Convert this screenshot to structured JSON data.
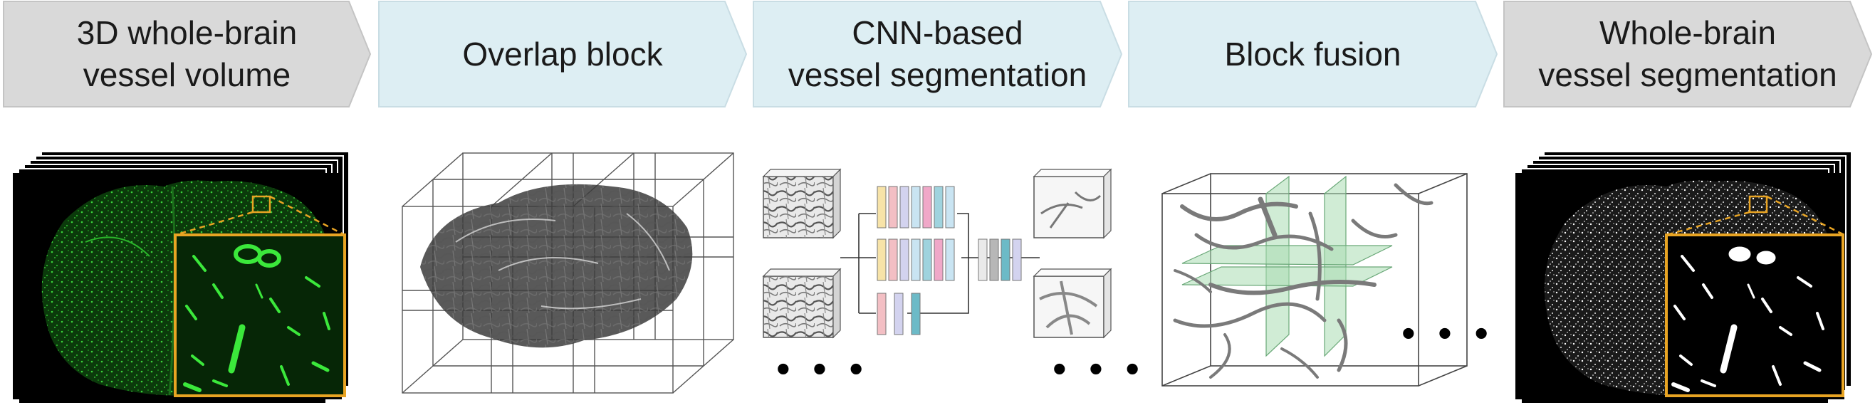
{
  "steps": [
    {
      "label": "3D whole-brain\nvessel volume",
      "fill": "#d9d9d9"
    },
    {
      "label": "Overlap block",
      "fill": "#ddeef3"
    },
    {
      "label": "CNN-based\nvessel segmentation",
      "fill": "#ddeef3"
    },
    {
      "label": "Block fusion",
      "fill": "#ddeef3"
    },
    {
      "label": "Whole-brain\nvessel segmentation",
      "fill": "#d9d9d9"
    }
  ],
  "ellipsis": "• • •",
  "colors": {
    "vessel_green": "#33dd33",
    "zoom_frame": "#e8a423",
    "fusion_overlap": "#a9dcb2",
    "block_palette": [
      "#f7e3a8",
      "#f3bfc4",
      "#d3d3ef",
      "#c9e4f2",
      "#9fd3de",
      "#f0a8c8",
      "#b7b7b7",
      "#6cbac7"
    ]
  }
}
